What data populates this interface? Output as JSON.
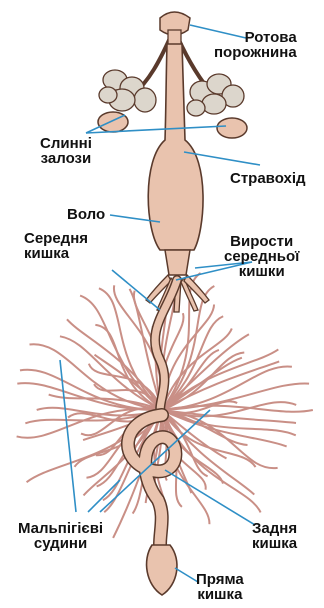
{
  "labels": {
    "oral_cavity": [
      "Ротова",
      "порожнина"
    ],
    "salivary_glands": [
      "Слинні",
      "залози"
    ],
    "esophagus": [
      "Стравохід"
    ],
    "crop": [
      "Воло"
    ],
    "midgut": [
      "Середня",
      "кишка"
    ],
    "midgut_outgrowths": [
      "Вирости",
      "середньої",
      "кишки"
    ],
    "malpighian_tubules": [
      "Мальпігієві",
      "судини"
    ],
    "hindgut": [
      "Задня",
      "кишка"
    ],
    "rectum": [
      "Пряма",
      "кишка"
    ]
  },
  "colors": {
    "organ_fill": "#e9c3ae",
    "organ_outline": "#5a3a2c",
    "tubule": "#c98f86",
    "leader_line": "#2f8fc6",
    "gland_fill": "#dcd6cc"
  }
}
